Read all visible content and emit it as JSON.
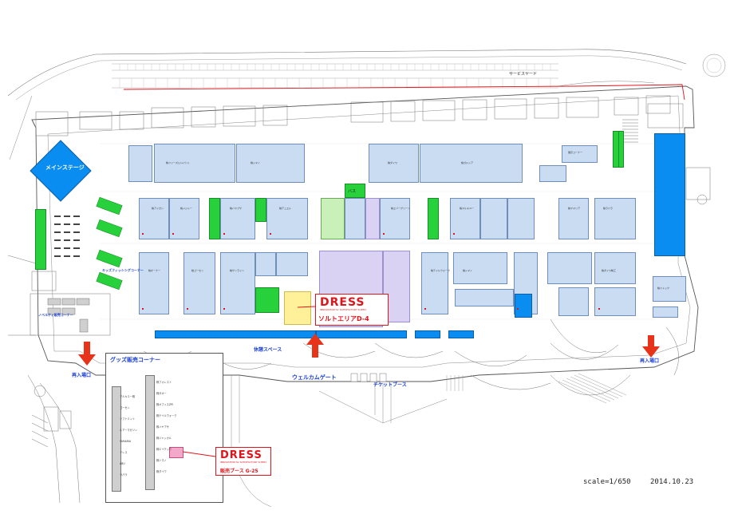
{
  "labels": {
    "main_stage": "メインステージ",
    "catching_corner": "キャッチングコーナー",
    "welcome_gate": "ウェルカムゲート",
    "ticket_booth": "チケットブース",
    "goods_corner": "グッズ販売コーナー",
    "reentry_left": "再入場口",
    "reentry_right": "再入場口",
    "rest_space": "休憩スペース",
    "service_yard": "サービスヤード",
    "novelty_corner": "ノベルティ販売コーナー",
    "kids_corner": "キッズフィッシングコーナー",
    "bus": "バス",
    "scale": "scale=1/650",
    "date": "2014.10.23"
  },
  "dress_main": {
    "logo": "DRESS",
    "sub": "INNOVATION for SATISFACTORY SUPPLY",
    "label": "ソルトエリアD-4"
  },
  "dress_goods": {
    "logo": "DRESS",
    "sub": "INNOVATION for SATISFACTORY SUPPLY",
    "label": "販売ブース G-25"
  },
  "goods_list": {
    "left": [
      "マルキユー株",
      "ゴーセン",
      "ソフトミント",
      "ルアーマガジン",
      "YAMARIA",
      "ドレス",
      "ABU",
      "ラパラ"
    ],
    "right": [
      "株フォレスト",
      "株ガオー",
      "株オフィスZPI",
      "株テイルウォーク",
      "株ハヤブサ",
      "株ジャッカル",
      "株エイテック",
      "株シマノ",
      "株ダイワ"
    ]
  },
  "colors": {
    "booth": "#c9dcf2",
    "booth_green": "#27d13c",
    "blue_accent": "#0a8df0",
    "dress_red": "#e0141b",
    "label_blue": "#1a3fd6",
    "arrow_red": "#e8331b"
  }
}
